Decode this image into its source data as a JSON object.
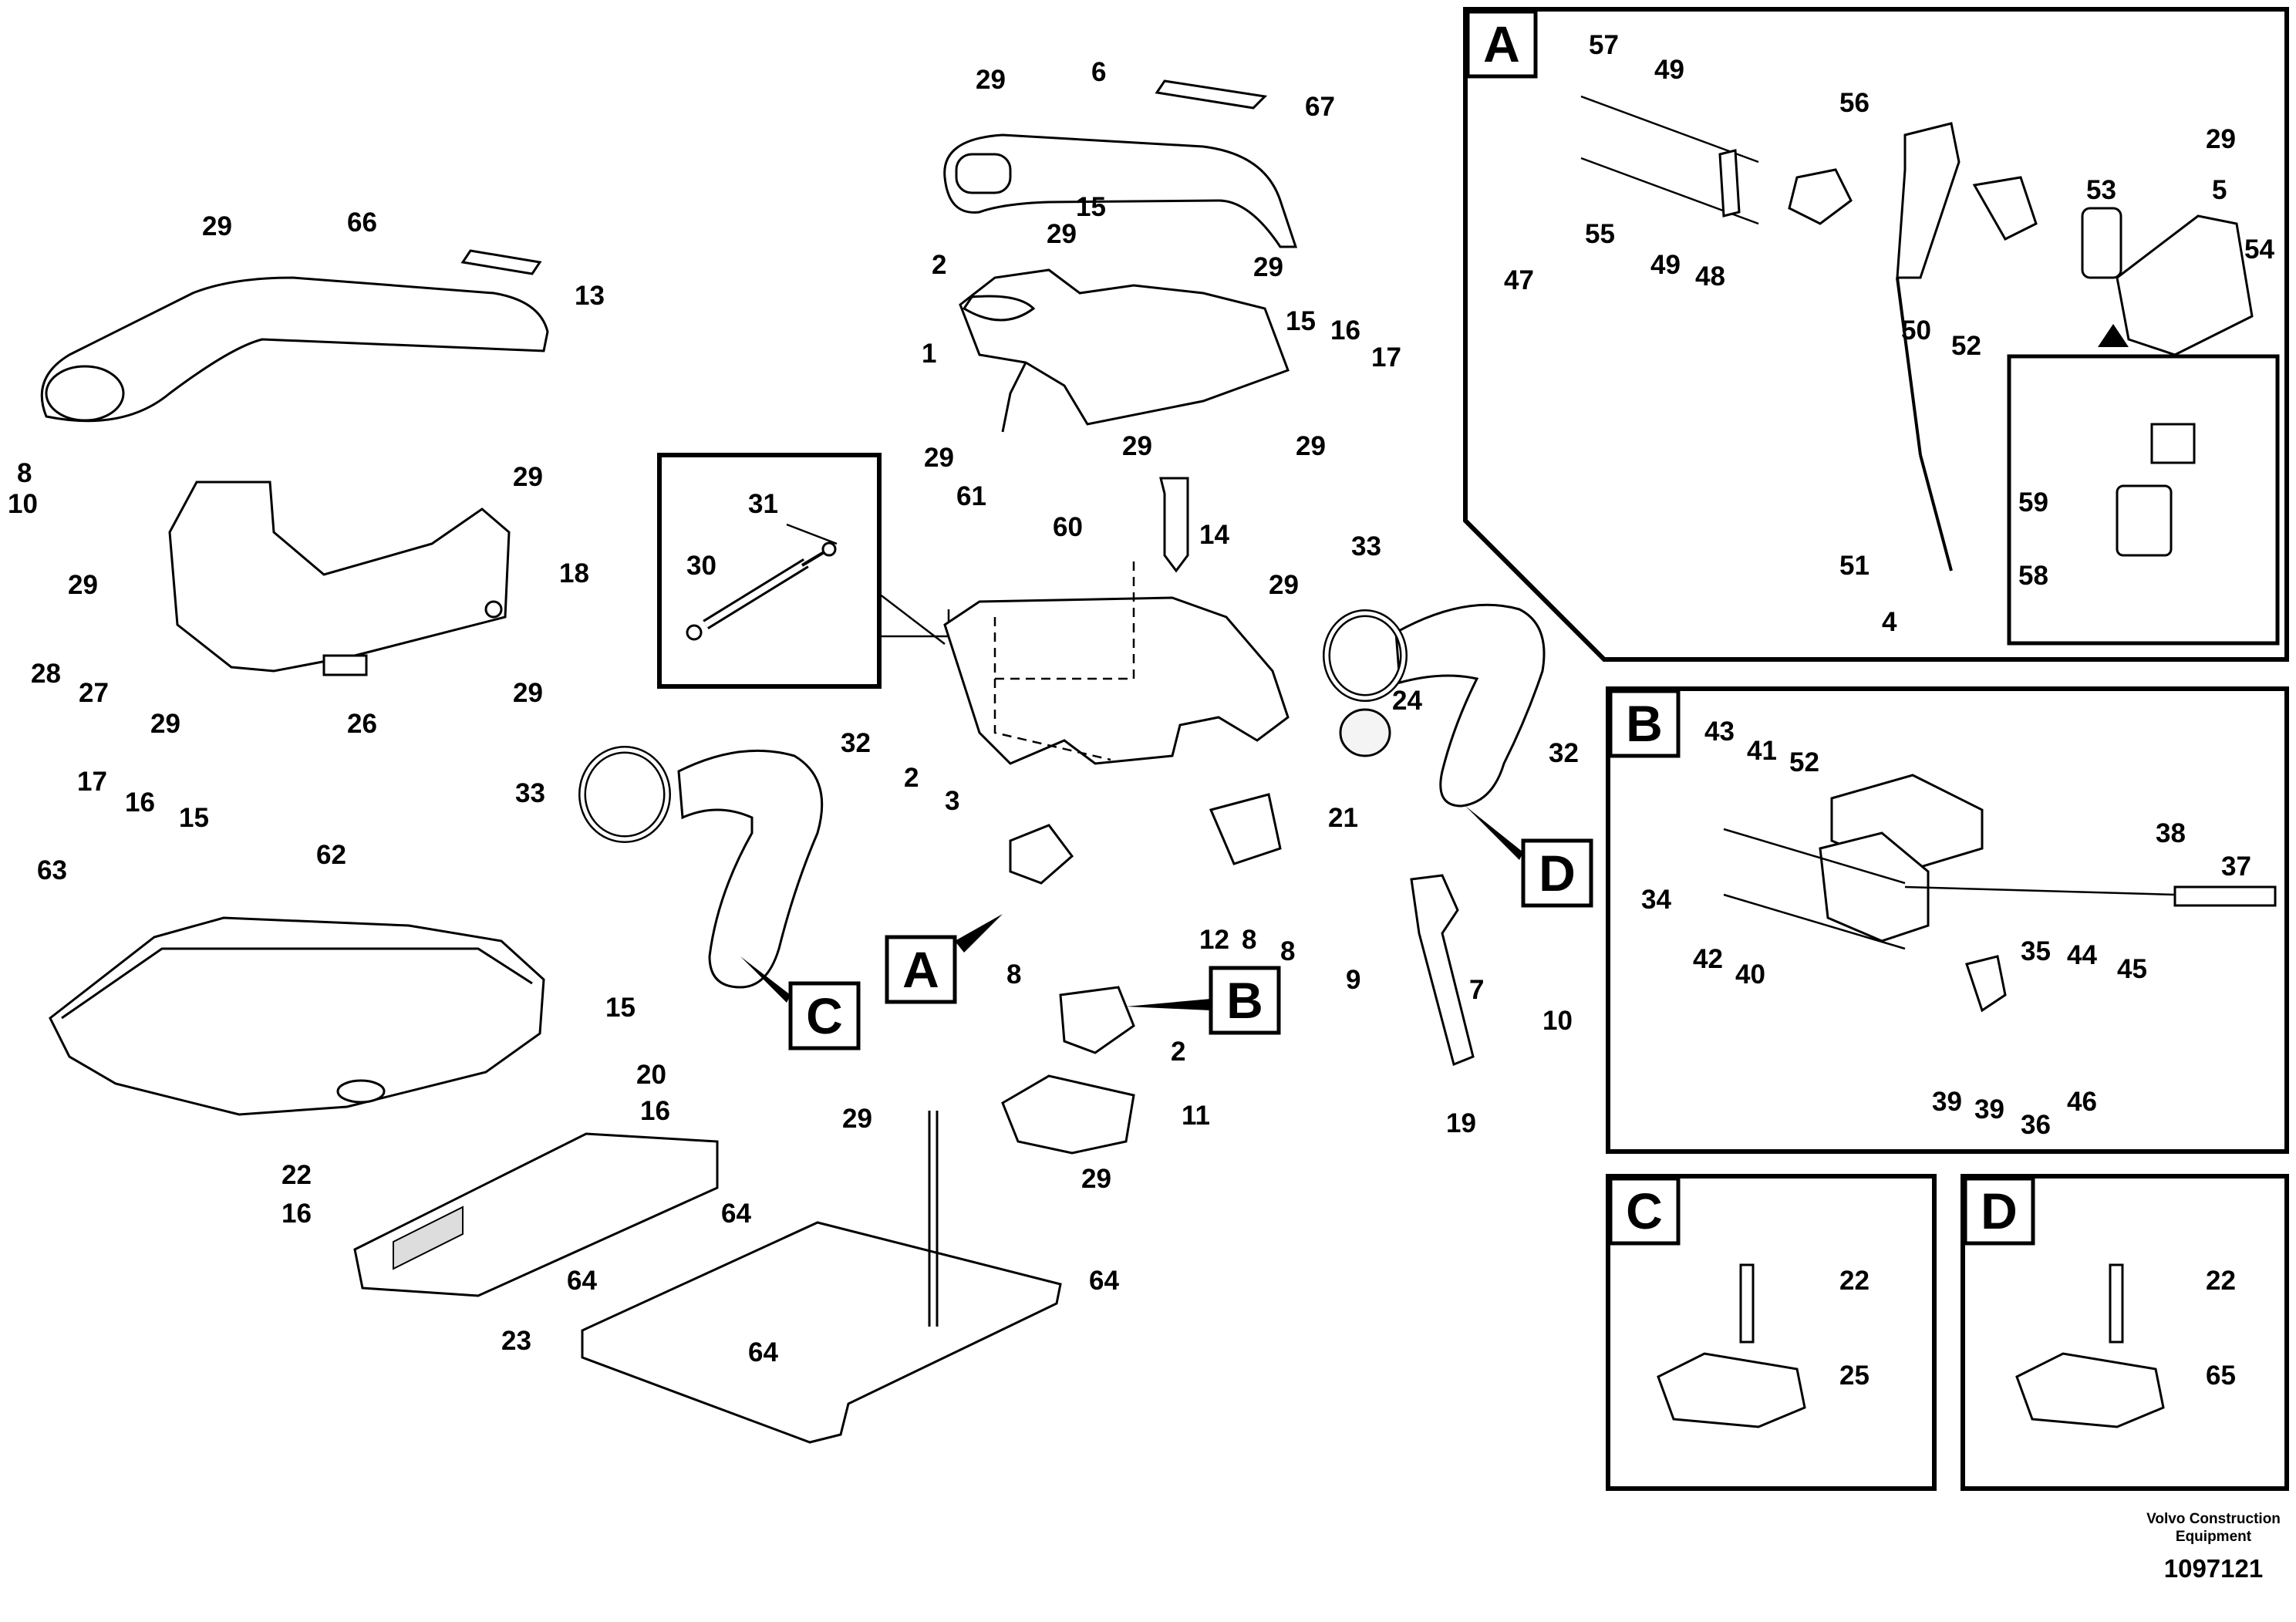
{
  "panels": {
    "A": "A",
    "B": "B",
    "C": "C",
    "D": "D"
  },
  "brand": {
    "line1": "Volvo Construction",
    "line2": "Equipment",
    "doc_number": "1097121"
  },
  "labels": {
    "l29a": "29",
    "l6": "6",
    "l67": "67",
    "l15a": "15",
    "l29b": "29",
    "l2a": "2",
    "l29c": "29",
    "l1": "1",
    "l15b": "15",
    "l16a": "16",
    "l17a": "17",
    "l29d": "29",
    "l29e": "29",
    "l29f": "29",
    "l29g": "29",
    "l66": "66",
    "l13": "13",
    "l8a": "8",
    "l10a": "10",
    "l29h": "29",
    "l18": "18",
    "l29i": "29",
    "l28": "28",
    "l27": "27",
    "l29j": "29",
    "l26": "26",
    "l29k": "29",
    "l17b": "17",
    "l16b": "16",
    "l15c": "15",
    "l63": "63",
    "l62": "62",
    "l15d": "15",
    "l33a": "33",
    "l32a": "32",
    "l20": "20",
    "l16c": "16",
    "l22": "22",
    "l16d": "16",
    "l23": "23",
    "l31": "31",
    "l30": "30",
    "l61": "61",
    "l60": "60",
    "l14": "14",
    "l29l": "29",
    "l33b": "33",
    "l24": "24",
    "l32b": "32",
    "l2b": "2",
    "l3": "3",
    "l21": "21",
    "l12": "12",
    "l8b": "8",
    "l8c": "8",
    "l9": "9",
    "l7": "7",
    "l10b": "10",
    "l19": "19",
    "l8d": "8",
    "l2c": "2",
    "l11": "11",
    "l29m": "29",
    "l29n": "29",
    "l64a": "64",
    "l64b": "64",
    "l64c": "64",
    "l64d": "64",
    "pA57": "57",
    "pA49a": "49",
    "pA56": "56",
    "pA29": "29",
    "pA53": "53",
    "pA5": "5",
    "pA54": "54",
    "pA55": "55",
    "pA49b": "49",
    "pA48": "48",
    "pA50": "50",
    "pA52": "52",
    "pA47": "47",
    "pA59": "59",
    "pA58": "58",
    "pA51": "51",
    "pA4": "4",
    "pB43": "43",
    "pB41": "41",
    "pB52": "52",
    "pB34": "34",
    "pB42": "42",
    "pB40": "40",
    "pB38": "38",
    "pB37": "37",
    "pB35": "35",
    "pB44": "44",
    "pB45": "45",
    "pB39a": "39",
    "pB39b": "39",
    "pB36": "36",
    "pB46": "46",
    "pC22": "22",
    "pC25": "25",
    "pD22": "22",
    "pD65": "65"
  },
  "callouts": {
    "A": "A",
    "B": "B",
    "C": "C",
    "D": "D"
  }
}
